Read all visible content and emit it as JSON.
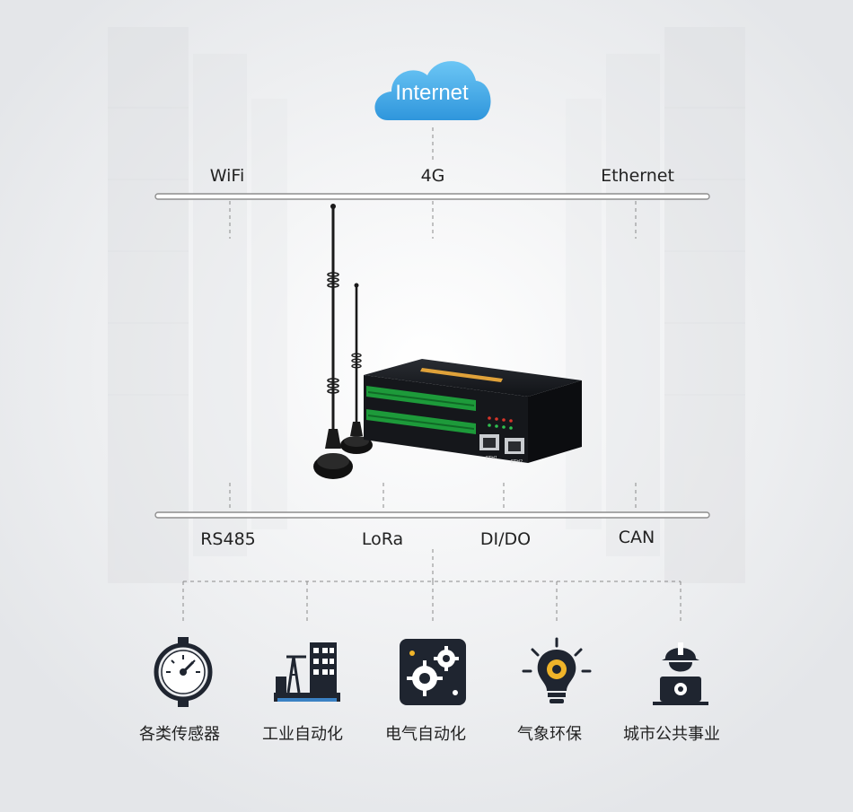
{
  "cloud": {
    "label": "Internet"
  },
  "uplinks": [
    "WiFi",
    "4G",
    "Ethernet"
  ],
  "downlinks": [
    "RS485",
    "LoRa",
    "DI/DO",
    "CAN"
  ],
  "device": {
    "ports": [
      "ETH1",
      "ETH2"
    ]
  },
  "applications": [
    {
      "label": "各类传感器",
      "icon": "pressure-gauge-icon"
    },
    {
      "label": "工业自动化",
      "icon": "industrial-plant-icon"
    },
    {
      "label": "电气自动化",
      "icon": "gears-icon"
    },
    {
      "label": "气象环保",
      "icon": "lightbulb-gear-icon"
    },
    {
      "label": "城市公共事业",
      "icon": "engineer-icon"
    }
  ],
  "colors": {
    "cloud": "#3fa7e6",
    "line": "#7a7a7a",
    "icon": "#1f2530"
  }
}
